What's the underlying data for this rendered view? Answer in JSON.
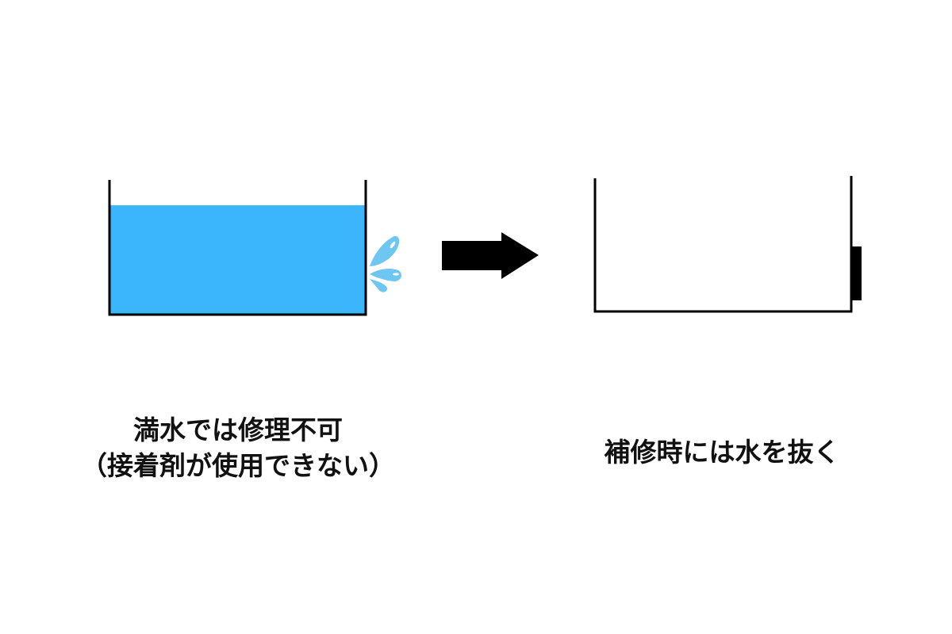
{
  "left_caption": {
    "line1": "満水では修理不可",
    "line2": "（接着剤が使用できない）"
  },
  "right_caption": {
    "line1": "補修時には水を抜く"
  },
  "colors": {
    "water": "#3bb5fc",
    "droplet": "#6ec6f2",
    "droplet_highlight": "#ffffff",
    "outline": "#000000",
    "text": "#111111"
  },
  "icons": {
    "arrow": "right-arrow-icon",
    "splash": "water-splash-icon"
  }
}
